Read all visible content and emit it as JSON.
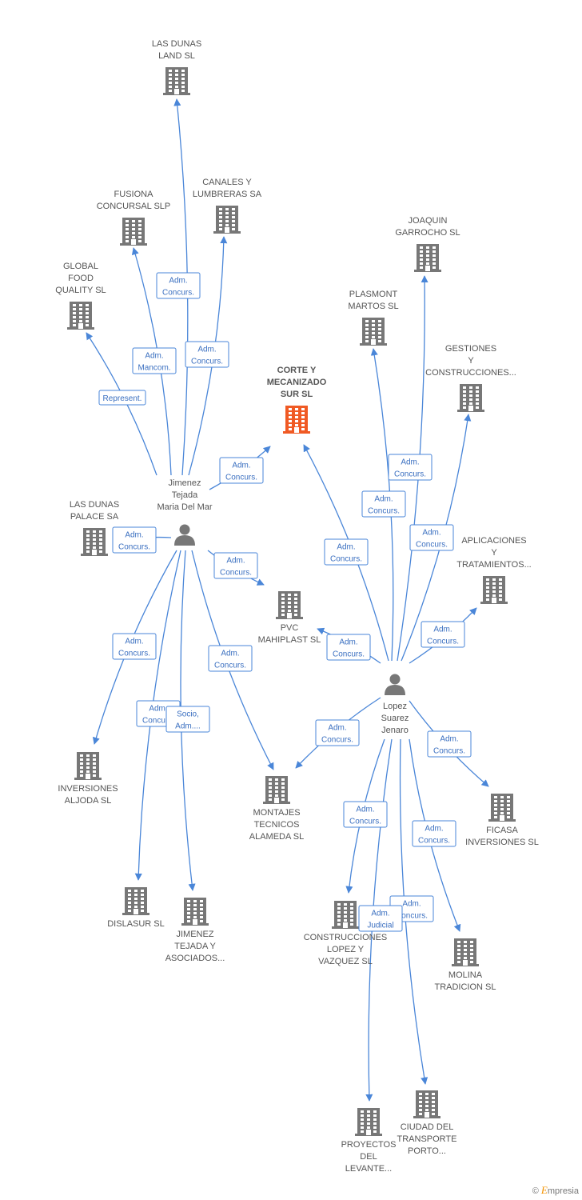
{
  "colors": {
    "edge": "#4a86d8",
    "building": "#777777",
    "focus": "#f05a24",
    "person": "#777777"
  },
  "nodes": [
    {
      "id": "corte",
      "kind": "company",
      "focus": true,
      "label": [
        "CORTE Y",
        "MECANIZADO",
        "SUR SL"
      ]
    },
    {
      "id": "dunas_land",
      "kind": "company",
      "label": [
        "LAS DUNAS",
        "LAND SL"
      ]
    },
    {
      "id": "canales",
      "kind": "company",
      "label": [
        "CANALES Y",
        "LUMBRERAS SA"
      ]
    },
    {
      "id": "fusiona",
      "kind": "company",
      "label": [
        "FUSIONA",
        "CONCURSAL SLP"
      ]
    },
    {
      "id": "global",
      "kind": "company",
      "label": [
        "GLOBAL",
        "FOOD",
        "QUALITY SL"
      ]
    },
    {
      "id": "joaquin",
      "kind": "company",
      "label": [
        "JOAQUIN",
        "GARROCHO SL"
      ]
    },
    {
      "id": "plasmont",
      "kind": "company",
      "label": [
        "PLASMONT",
        "MARTOS SL"
      ]
    },
    {
      "id": "gestiones",
      "kind": "company",
      "label": [
        "GESTIONES",
        "Y",
        "CONSTRUCCIONES..."
      ]
    },
    {
      "id": "aplicaciones",
      "kind": "company",
      "label": [
        "APLICACIONES",
        "Y",
        "TRATAMIENTOS..."
      ]
    },
    {
      "id": "dunas_palace",
      "kind": "company",
      "label": [
        "LAS DUNAS",
        "PALACE SA"
      ]
    },
    {
      "id": "pvc",
      "kind": "company",
      "label": [
        "PVC",
        "MAHIPLAST SL"
      ]
    },
    {
      "id": "inversiones",
      "kind": "company",
      "label": [
        "INVERSIONES",
        "ALJODA SL"
      ]
    },
    {
      "id": "montajes",
      "kind": "company",
      "label": [
        "MONTAJES",
        "TECNICOS",
        "ALAMEDA SL"
      ]
    },
    {
      "id": "ficasa",
      "kind": "company",
      "label": [
        "FICASA",
        "INVERSIONES SL"
      ]
    },
    {
      "id": "dislasur",
      "kind": "company",
      "label": [
        "DISLASUR SL"
      ]
    },
    {
      "id": "jimenez_tejada",
      "kind": "company",
      "label": [
        "JIMENEZ",
        "TEJADA Y",
        "ASOCIADOS..."
      ]
    },
    {
      "id": "construcciones",
      "kind": "company",
      "label": [
        "CONSTRUCCIONES",
        "LOPEZ Y",
        "VAZQUEZ SL"
      ]
    },
    {
      "id": "molina",
      "kind": "company",
      "label": [
        "MOLINA",
        "TRADICION SL"
      ]
    },
    {
      "id": "proyectos",
      "kind": "company",
      "label": [
        "PROYECTOS",
        "DEL",
        "LEVANTE..."
      ]
    },
    {
      "id": "ciudad",
      "kind": "company",
      "label": [
        "CIUDAD DEL",
        "TRANSPORTE",
        "PORTO..."
      ]
    },
    {
      "id": "p_jimenez",
      "kind": "person",
      "label": [
        "Jimenez",
        "Tejada",
        "Maria Del Mar"
      ]
    },
    {
      "id": "p_lopez",
      "kind": "person",
      "label": [
        "Lopez",
        "Suarez",
        "Jenaro"
      ]
    }
  ],
  "edges": [
    {
      "from": "p_jimenez",
      "to": "dunas_land",
      "rel": [
        "Adm.",
        "Concurs."
      ]
    },
    {
      "from": "p_jimenez",
      "to": "canales",
      "rel": [
        "Adm.",
        "Concurs."
      ]
    },
    {
      "from": "p_jimenez",
      "to": "fusiona",
      "rel": [
        "Adm.",
        "Mancom."
      ]
    },
    {
      "from": "p_jimenez",
      "to": "global",
      "rel": [
        "Represent."
      ]
    },
    {
      "from": "p_jimenez",
      "to": "corte",
      "rel": [
        "Adm.",
        "Concurs."
      ]
    },
    {
      "from": "p_jimenez",
      "to": "dunas_palace",
      "rel": [
        "Adm.",
        "Concurs."
      ]
    },
    {
      "from": "p_jimenez",
      "to": "pvc",
      "rel": [
        "Adm.",
        "Concurs."
      ]
    },
    {
      "from": "p_jimenez",
      "to": "inversiones",
      "rel": [
        "Adm.",
        "Concurs."
      ]
    },
    {
      "from": "p_jimenez",
      "to": "montajes",
      "rel": [
        "Adm.",
        "Concurs."
      ]
    },
    {
      "from": "p_jimenez",
      "to": "dislasur",
      "rel": [
        "Adm.",
        "Concurs."
      ]
    },
    {
      "from": "p_jimenez",
      "to": "jimenez_tejada",
      "rel": [
        "Socio,",
        "Adm...."
      ]
    },
    {
      "from": "p_lopez",
      "to": "corte",
      "rel": [
        "Adm.",
        "Concurs."
      ]
    },
    {
      "from": "p_lopez",
      "to": "joaquin",
      "rel": [
        "Adm.",
        "Concurs."
      ]
    },
    {
      "from": "p_lopez",
      "to": "plasmont",
      "rel": [
        "Adm.",
        "Concurs."
      ]
    },
    {
      "from": "p_lopez",
      "to": "gestiones",
      "rel": [
        "Adm.",
        "Concurs."
      ]
    },
    {
      "from": "p_lopez",
      "to": "aplicaciones",
      "rel": [
        "Adm.",
        "Concurs."
      ]
    },
    {
      "from": "p_lopez",
      "to": "pvc",
      "rel": [
        "Adm.",
        "Concurs."
      ]
    },
    {
      "from": "p_lopez",
      "to": "montajes",
      "rel": [
        "Adm.",
        "Concurs."
      ]
    },
    {
      "from": "p_lopez",
      "to": "ficasa",
      "rel": [
        "Adm.",
        "Concurs."
      ]
    },
    {
      "from": "p_lopez",
      "to": "construcciones",
      "rel": [
        "Adm.",
        "Concurs."
      ]
    },
    {
      "from": "p_lopez",
      "to": "molina",
      "rel": [
        "Adm.",
        "Concurs."
      ]
    },
    {
      "from": "p_lopez",
      "to": "ciudad",
      "rel": [
        "Adm.",
        "Concurs."
      ]
    },
    {
      "from": "p_lopez",
      "to": "proyectos",
      "rel": [
        "Adm.",
        "Judicial"
      ]
    }
  ],
  "watermark": {
    "copyright": "©",
    "brand_initial": "E",
    "brand_rest": "mpresia"
  }
}
